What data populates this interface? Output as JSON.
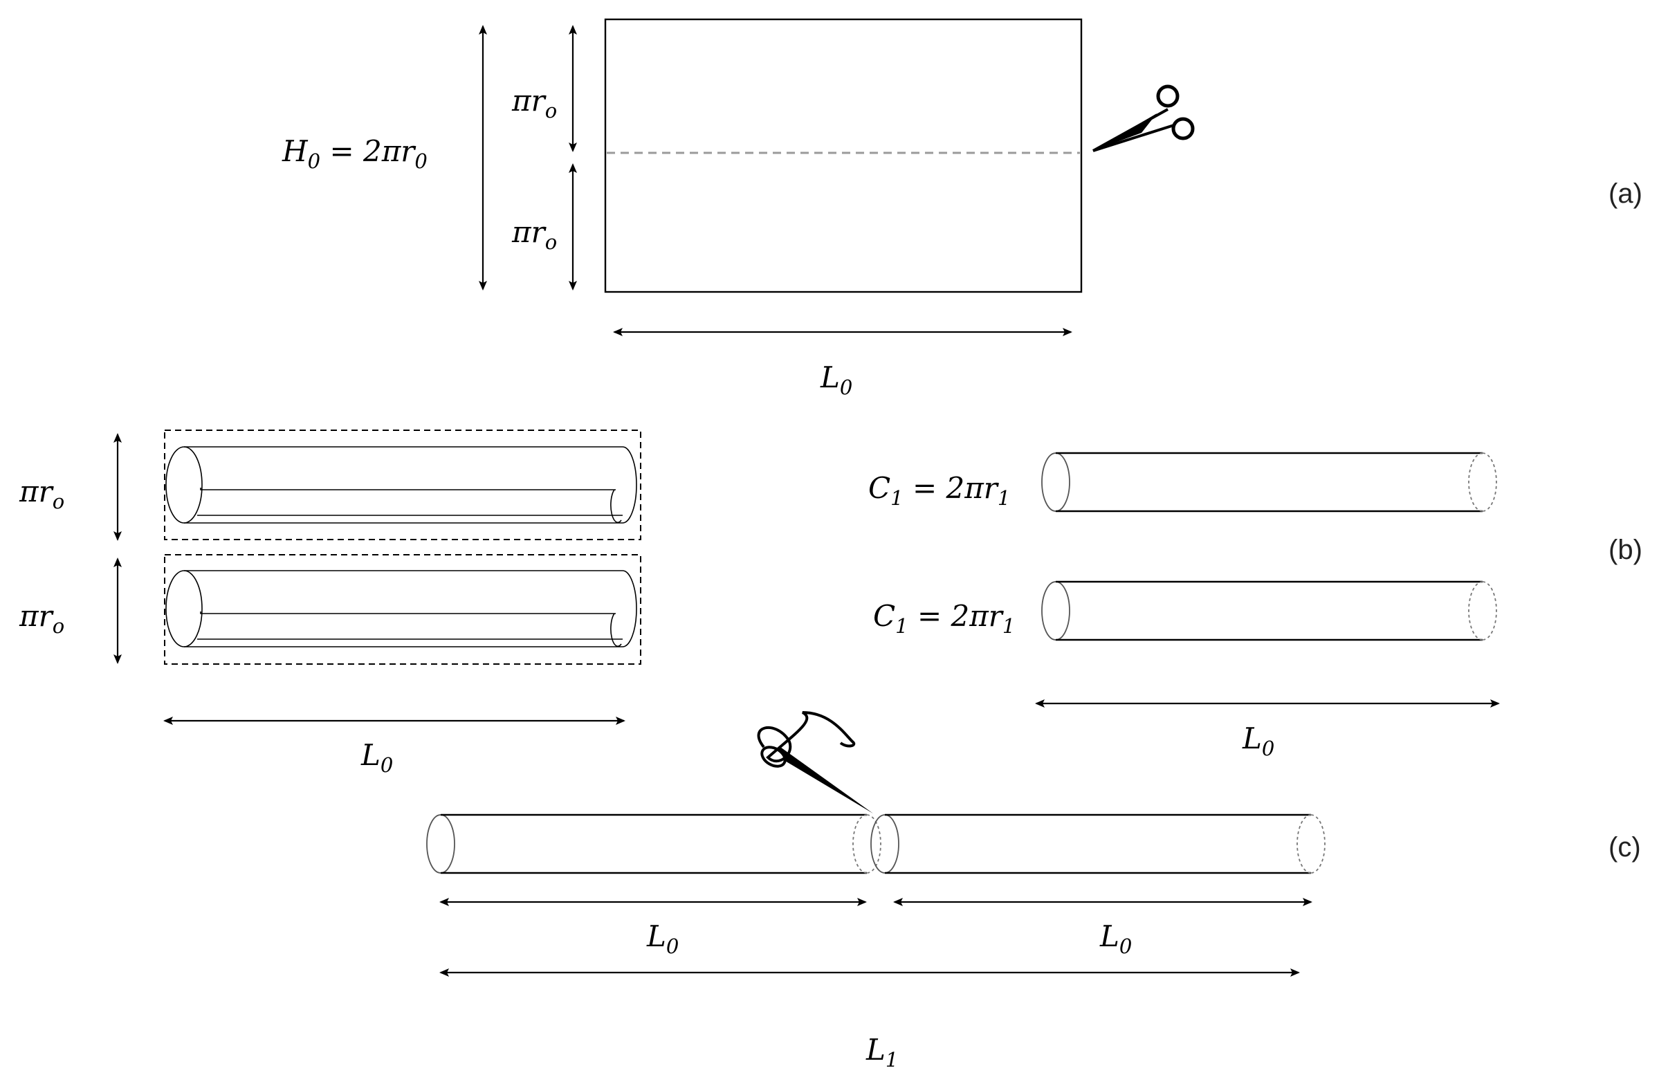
{
  "labels": {
    "panel_a": "(a)",
    "panel_b": "(b)",
    "panel_c": "(c)",
    "h0_main": "H",
    "h0_sub": "0",
    "h0_rest": " = 2πr",
    "h0_rest_sub": "0",
    "pi_r": "πr",
    "pi_r_sub": "o",
    "L": "L",
    "L0_sub": "0",
    "L1_sub": "1",
    "C": "C",
    "C1_sub": "1",
    "c1_rest": " = 2πr",
    "c1_rest_sub": "1"
  },
  "icons": [
    "scissors-icon",
    "needle-thread-icon"
  ]
}
